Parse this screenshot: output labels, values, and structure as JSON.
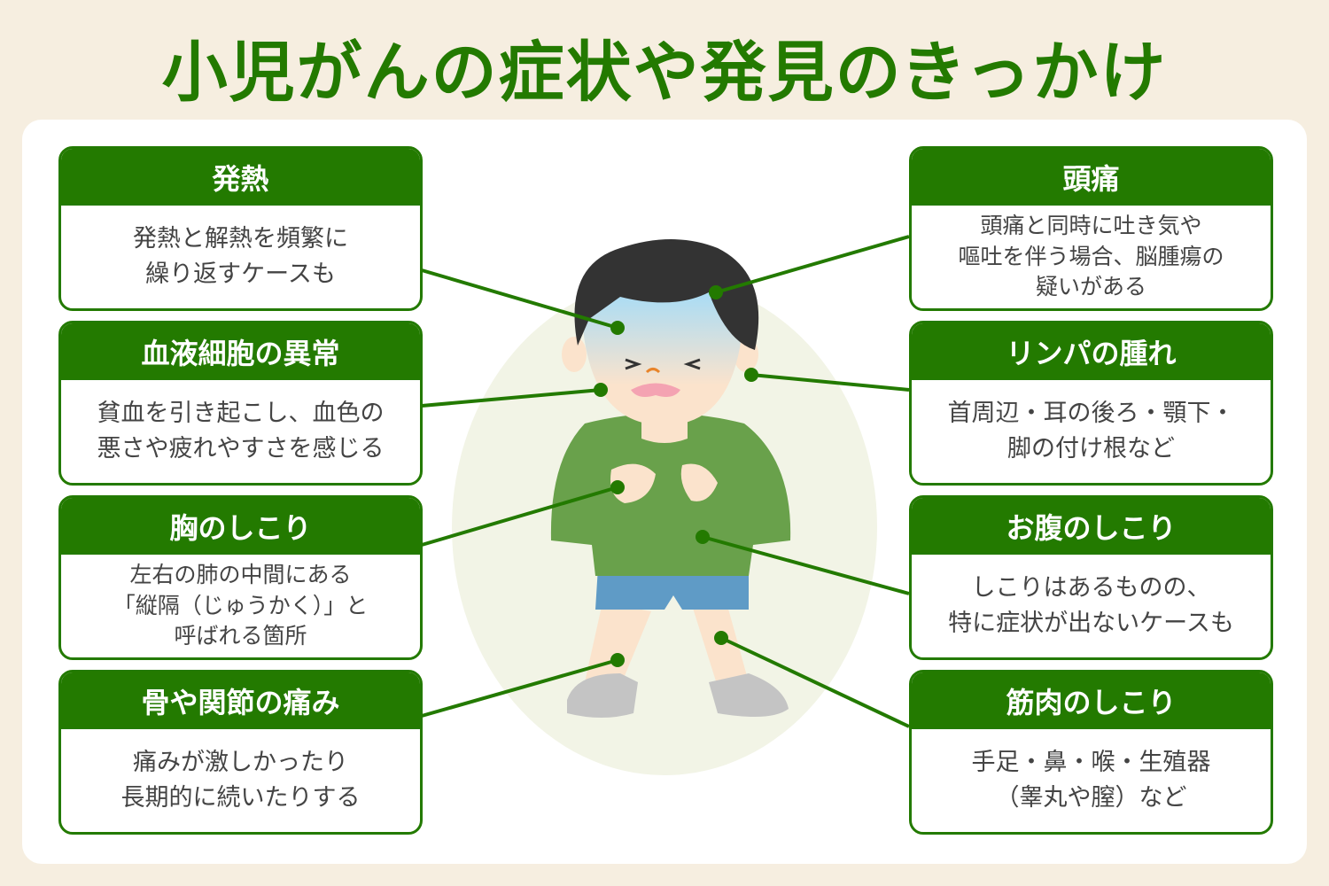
{
  "title": "小児がんの症状や発見のきっかけ",
  "colors": {
    "accent": "#237a00",
    "background": "#f6eee0"
  },
  "left": [
    {
      "heading": "発熱",
      "lines": [
        "発熱と解熱を頻繁に",
        "繰り返すケースも"
      ]
    },
    {
      "heading": "血液細胞の異常",
      "lines": [
        "貧血を引き起こし、血色の",
        "悪さや疲れやすさを感じる"
      ]
    },
    {
      "heading": "胸のしこり",
      "lines": [
        "左右の肺の中間にある",
        "「縦隔（じゅうかく）」と",
        "呼ばれる箇所"
      ]
    },
    {
      "heading": "骨や関節の痛み",
      "lines": [
        "痛みが激しかったり",
        "長期的に続いたりする"
      ]
    }
  ],
  "right": [
    {
      "heading": "頭痛",
      "lines": [
        "頭痛と同時に吐き気や",
        "嘔吐を伴う場合、脳腫瘍の",
        "疑いがある"
      ]
    },
    {
      "heading": "リンパの腫れ",
      "lines": [
        "首周辺・耳の後ろ・顎下・",
        "脚の付け根など"
      ]
    },
    {
      "heading": "お腹のしこり",
      "lines": [
        "しこりはあるものの、",
        "特に症状が出ないケースも"
      ]
    },
    {
      "heading": "筋肉のしこり",
      "lines": [
        "手足・鼻・喉・生殖器",
        "（睾丸や膣）など"
      ]
    }
  ]
}
